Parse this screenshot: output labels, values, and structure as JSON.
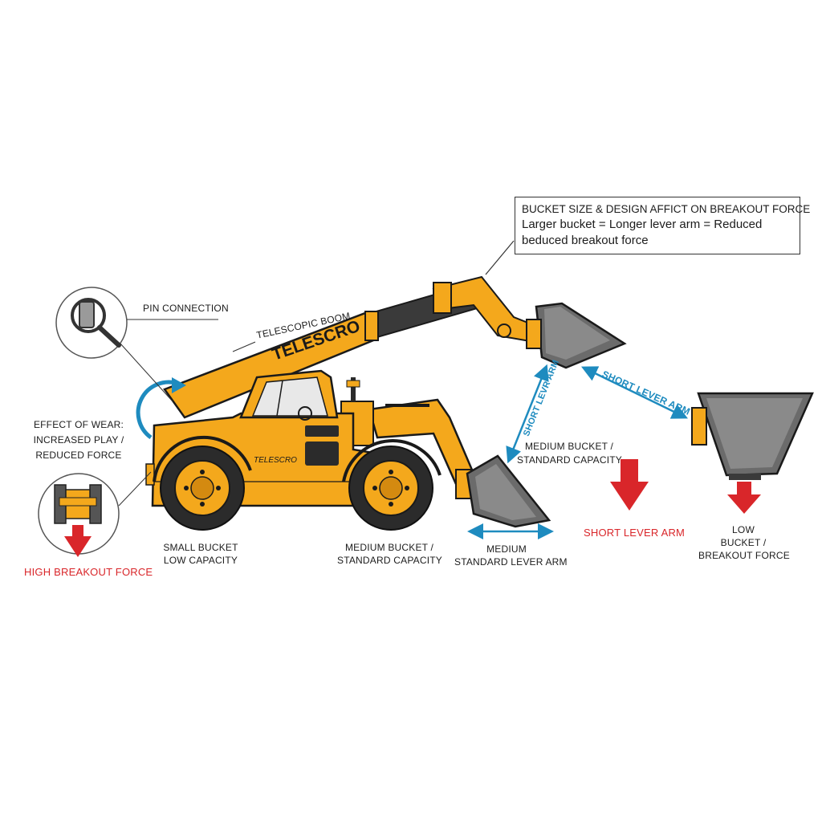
{
  "callout": {
    "title": "BUCKET SIZE & DESIGN AFFICT ON BREAKOUT FORCE",
    "line1": "Larger bucket = Longer lever arm = Reduced",
    "line2": "beduced breakout force"
  },
  "labels": {
    "pin_connection": "PIN CONNECTION",
    "telescopic_boom": "TELESCOPIC BOOM",
    "effect_of_wear": [
      "EFFECT OF WEAR:",
      "INCREASED PLAY /",
      "REDUCED FORCE"
    ],
    "high_breakout_force": "HIGH BREAKOUT FORCE",
    "small_bucket": [
      "SMALL BUCKET",
      "LOW CAPACITY"
    ],
    "medium_bucket_bottom": [
      "MEDIUM BUCKET /",
      "STANDARD CAPACITY"
    ],
    "medium_lever": [
      "MEDIUM",
      "STANDARD LEVER ARM"
    ],
    "medium_bucket_mid": [
      "MEDIUM BUCKET /",
      "STANDARD CAPACITY"
    ],
    "short_lever_arm_red": "SHORT LEVER ARM",
    "short_lever_arm_blue": "SHORT LEVER ARM",
    "short_lever_arm_vertical": "SHORT LEVR ARM",
    "low_bucket": [
      "LOW",
      "BUCKET /",
      "BREAKOUT FORCE"
    ]
  },
  "branding": {
    "boom_text": "TELESCRO",
    "body_text": "TELESCRO"
  },
  "colors": {
    "machine_yellow": "#f4a81c",
    "machine_dark": "#2b2b2b",
    "force_red": "#d9262a",
    "lever_blue": "#1e8bbf",
    "bucket_gray": "#6b6b6b"
  }
}
